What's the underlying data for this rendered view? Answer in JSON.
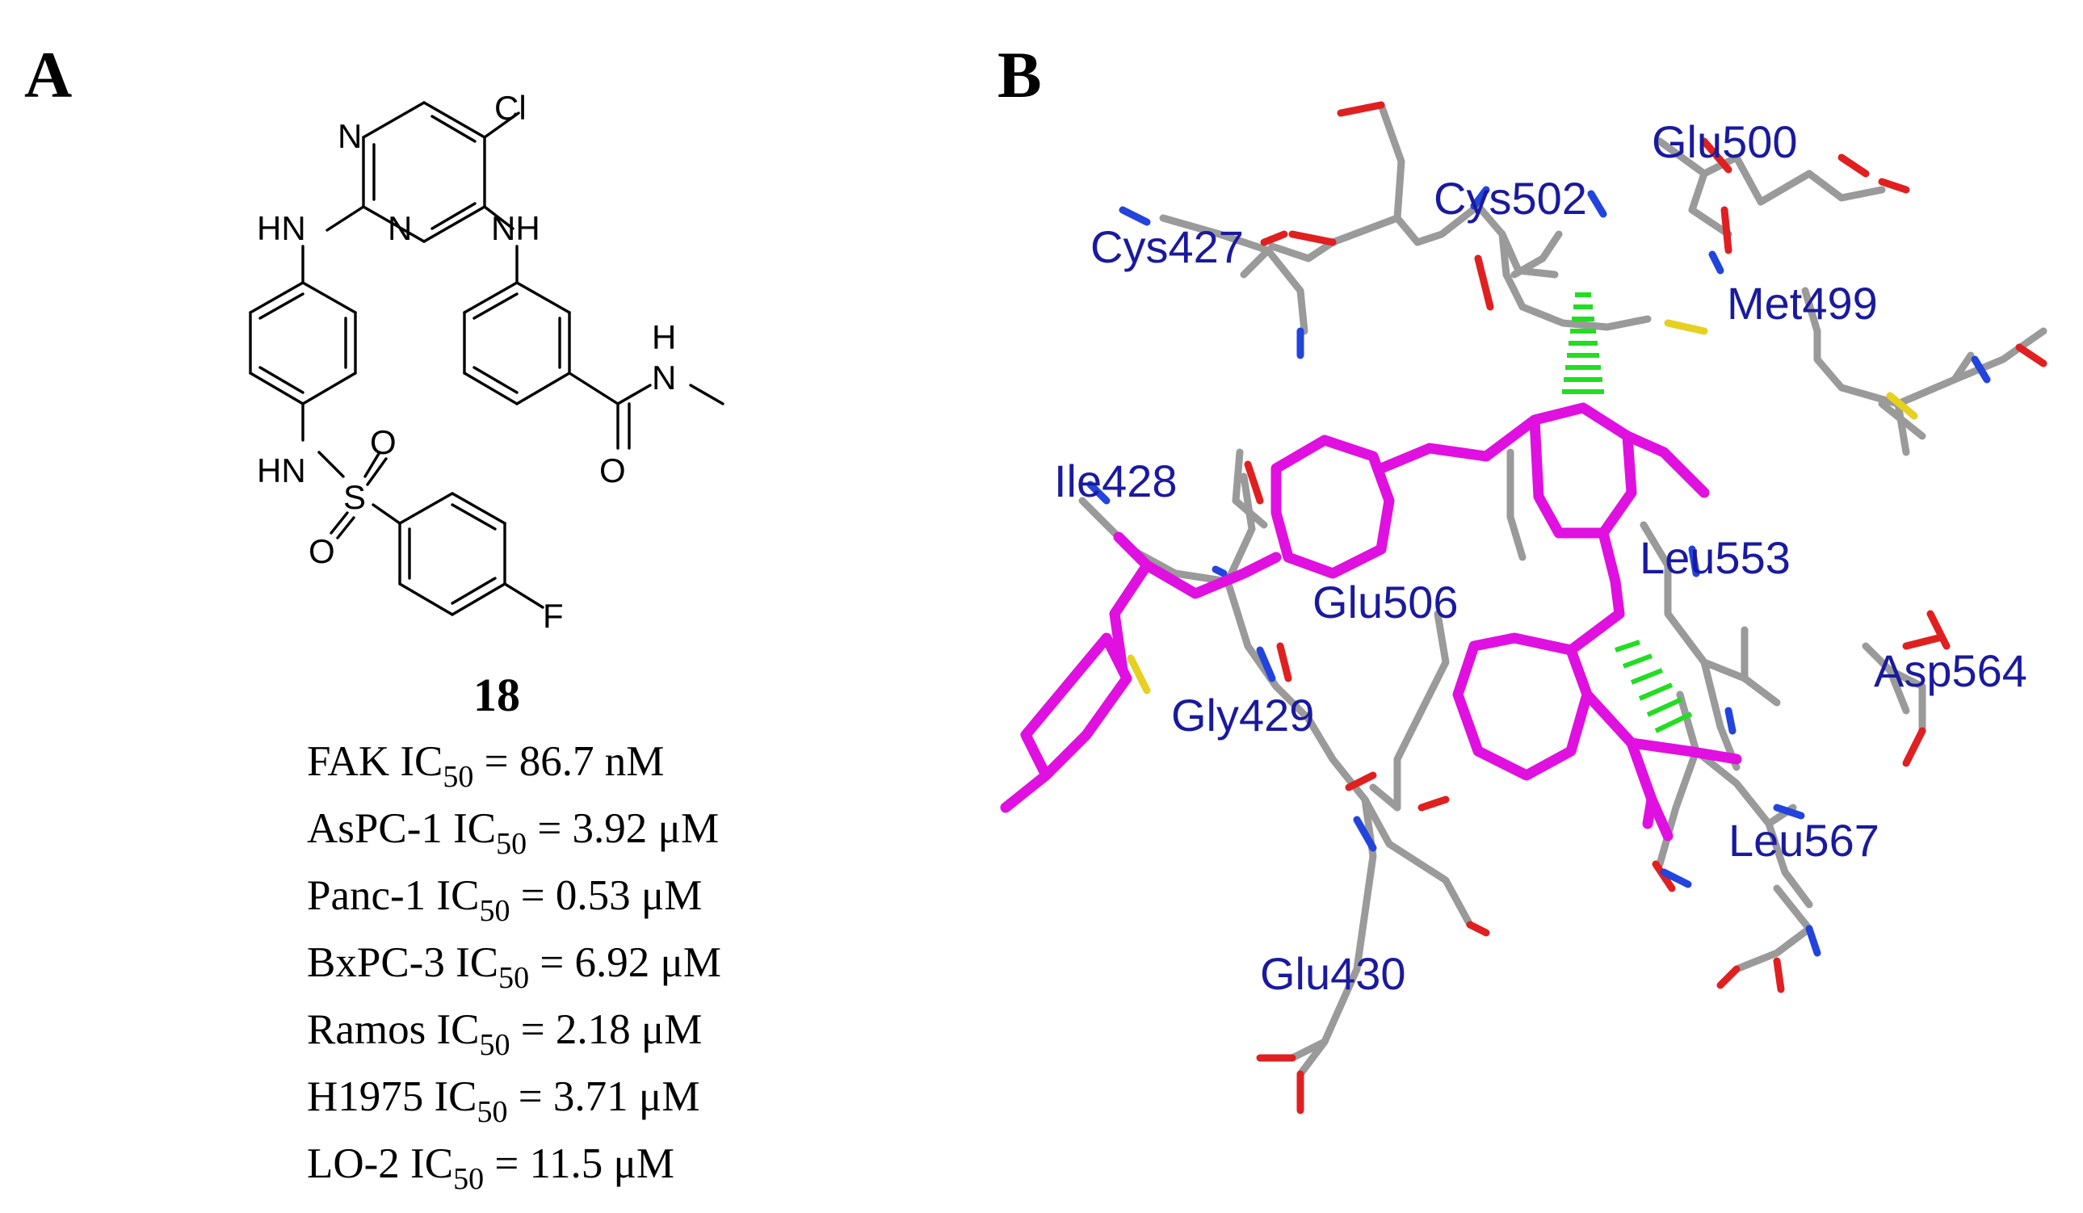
{
  "panels": {
    "a": {
      "letter": "A",
      "compound": {
        "number": "18",
        "atoms": {
          "n_top": "N",
          "cl": "Cl",
          "hn_left": "HN",
          "n_bottom": "N",
          "nh_right": "NH",
          "h_amide": "H",
          "n_amide": "N",
          "o_amide": "O",
          "hn_sulfonamide": "HN",
          "o_s_top": "O",
          "s": "S",
          "o_s_bottom": "O",
          "f": "F"
        }
      },
      "activities": [
        {
          "label": "FAK IC",
          "sub": "50",
          "value": " = 86.7 nM"
        },
        {
          "label": "AsPC-1 IC",
          "sub": "50",
          "value": " = 3.92 μM"
        },
        {
          "label": "Panc-1 IC",
          "sub": "50",
          "value": " = 0.53 μM"
        },
        {
          "label": "BxPC-3  IC",
          "sub": "50",
          "value": " = 6.92 μM"
        },
        {
          "label": "Ramos IC",
          "sub": "50",
          "value": " = 2.18 μM"
        },
        {
          "label": "H1975 IC",
          "sub": "50",
          "value": " = 3.71 μM"
        },
        {
          "label": "LO-2 IC",
          "sub": "50",
          "value": " = 11.5 μM"
        }
      ]
    },
    "b": {
      "letter": "B",
      "residues": [
        "Glu500",
        "Cys502",
        "Cys427",
        "Met499",
        "Ile428",
        "Leu553",
        "Glu506",
        "Asp564",
        "Gly429",
        "Leu567",
        "Glu430"
      ],
      "colors": {
        "ligand": "#e010e0",
        "carbon": "#9a9a9a",
        "oxygen": "#e02020",
        "nitrogen": "#2244dd",
        "sulfur": "#e6d020",
        "hbond": "#22dd22",
        "residue_label": "#1a1a9e"
      }
    }
  }
}
